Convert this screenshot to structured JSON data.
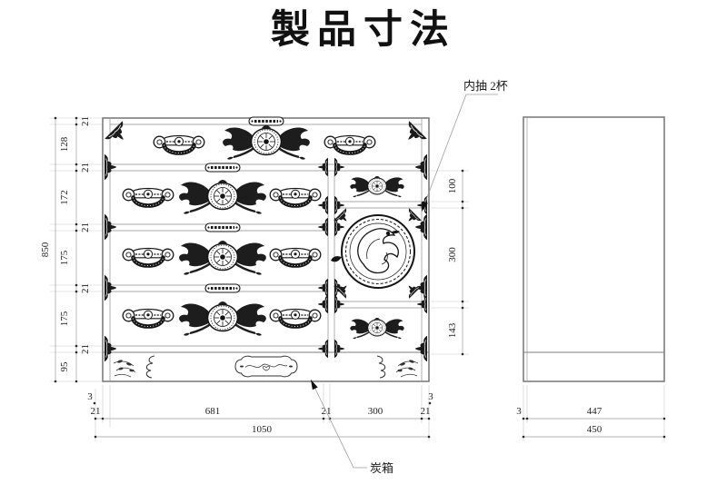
{
  "title": "製品寸法",
  "callouts": {
    "inner_drawers": "内抽 2杯",
    "charcoal_box": "炭箱"
  },
  "front_view": {
    "height_total": "850",
    "height_segments": [
      "21",
      "128",
      "21",
      "172",
      "21",
      "175",
      "21",
      "175",
      "21",
      "95"
    ],
    "right_segments": [
      "100",
      "300",
      "143"
    ],
    "width_total": "1050",
    "width_edge_left": "3",
    "width_edge_right": "3",
    "width_segments": [
      "21",
      "681",
      "21",
      "300",
      "21"
    ]
  },
  "side_view": {
    "depth_total": "450",
    "depth_edge": "3",
    "depth_inner": "447"
  },
  "colors": {
    "background": "#ffffff",
    "ink": "#1a1a1a",
    "structure_line": "#7d7d7d",
    "dimension_line": "#9e9e9e",
    "text": "#222222"
  }
}
